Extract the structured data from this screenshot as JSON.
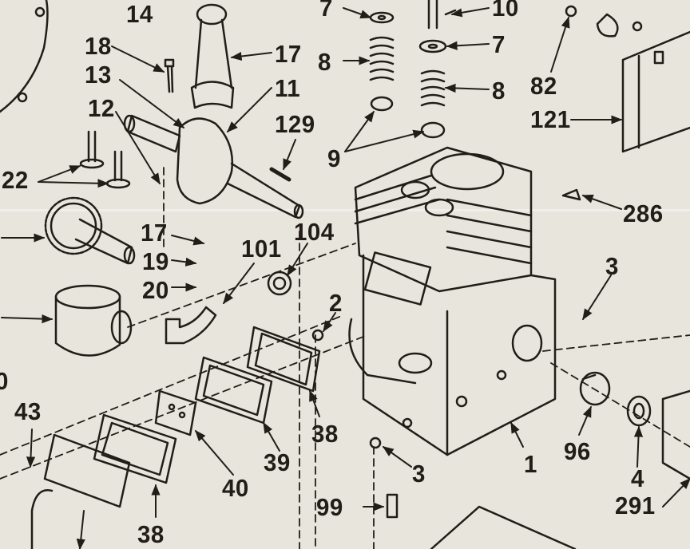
{
  "figure": {
    "type": "exploded parts diagram",
    "ink_color": "#231d18",
    "paper_color": "#e8e5dd"
  },
  "labels": [
    {
      "text": "14"
    },
    {
      "text": "7"
    },
    {
      "text": "10"
    },
    {
      "text": "7"
    },
    {
      "text": "8"
    },
    {
      "text": "8"
    },
    {
      "text": "82"
    },
    {
      "text": "18"
    },
    {
      "text": "17"
    },
    {
      "text": "13"
    },
    {
      "text": "11"
    },
    {
      "text": "12"
    },
    {
      "text": "129"
    },
    {
      "text": "121"
    },
    {
      "text": "9"
    },
    {
      "text": "22"
    },
    {
      "text": "286"
    },
    {
      "text": "17"
    },
    {
      "text": "19"
    },
    {
      "text": "20"
    },
    {
      "text": "101"
    },
    {
      "text": "104"
    },
    {
      "text": "3"
    },
    {
      "text": "2"
    },
    {
      "text": "0"
    },
    {
      "text": "43"
    },
    {
      "text": "38"
    },
    {
      "text": "39"
    },
    {
      "text": "40"
    },
    {
      "text": "96"
    },
    {
      "text": "4"
    },
    {
      "text": "3"
    },
    {
      "text": "1"
    },
    {
      "text": "99"
    },
    {
      "text": "291"
    },
    {
      "text": "38"
    }
  ]
}
